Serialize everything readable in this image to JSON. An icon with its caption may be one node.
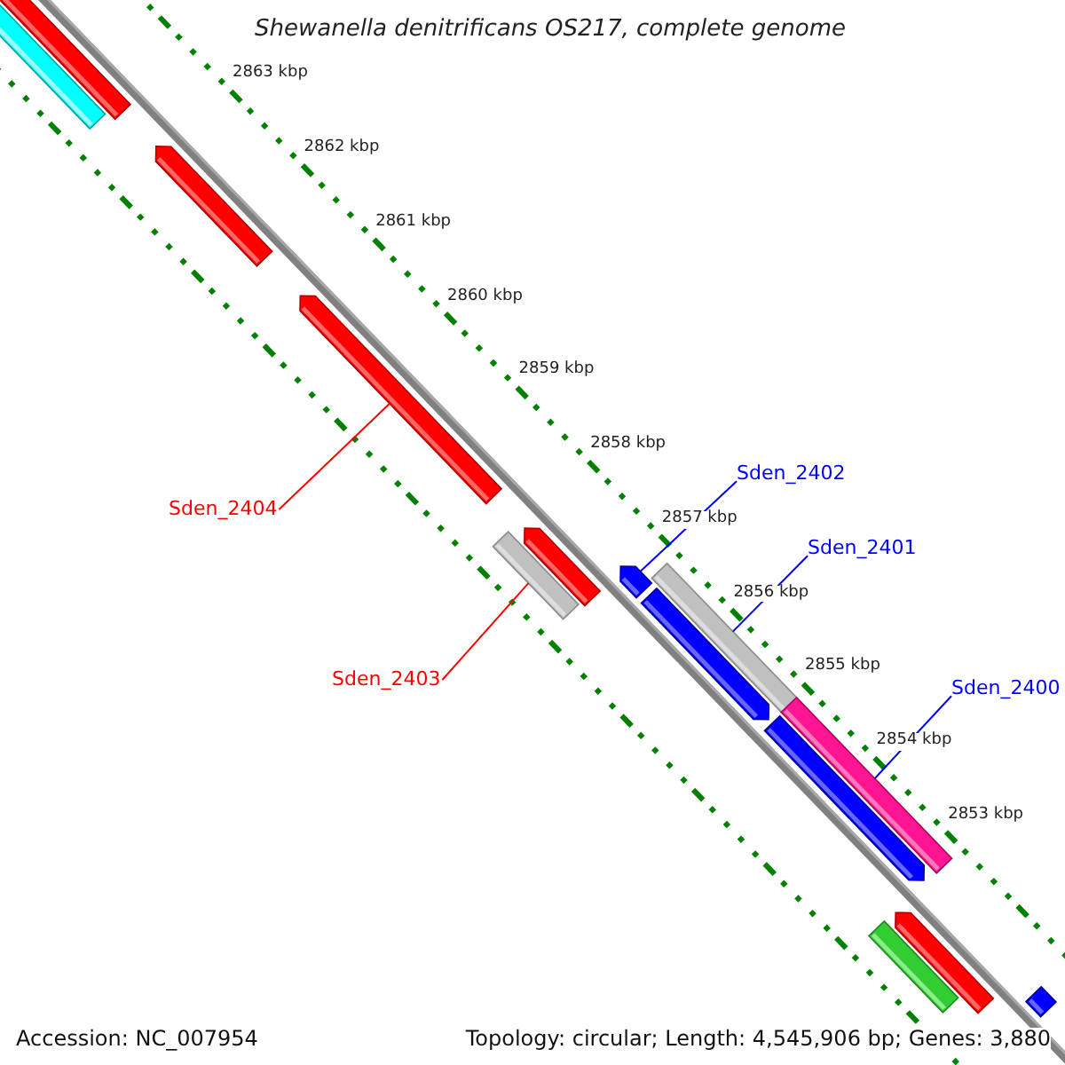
{
  "diagram": {
    "title": "Shewanella denitrificans OS217, complete genome",
    "nodes": [
      {
        "text": [],
        "shape": "bar"
      },
      {
        "text": [],
        "shape": "bar"
      },
      {
        "text": [],
        "shape": "bar"
      },
      {
        "text": [],
        "shape": "bar"
      },
      {
        "text": [
          "Sden_2404"
        ]
      },
      {
        "text": [],
        "shape": "bar"
      },
      {
        "text": [],
        "shape": "bar"
      },
      {
        "text": [
          "Sden_2403"
        ]
      },
      {
        "text": [
          "Sden_2402"
        ]
      },
      {
        "text": [],
        "shape": "bar"
      },
      {
        "text": [],
        "shape": "bar"
      },
      {
        "text": [],
        "shape": "bar"
      },
      {
        "text": [
          "Sden_2401"
        ]
      },
      {
        "text": [],
        "shape": "bar"
      },
      {
        "text": [],
        "shape": "bar"
      },
      {
        "text": [
          "Sden_2400"
        ]
      },
      {
        "text": [],
        "shape": "bar"
      },
      {
        "text": [],
        "shape": "bar"
      },
      {
        "text": [],
        "shape": "bar"
      }
    ],
    "edges": [
      {
        "from": 4,
        "to": 3,
        "arrow": "none",
        "color": "#ff0000"
      },
      {
        "from": 7,
        "to": 6,
        "arrow": "none",
        "color": "#ff0000"
      },
      {
        "from": 8,
        "to": 9,
        "arrow": "none"
      },
      {
        "from": 12,
        "to": 10,
        "arrow": "none"
      },
      {
        "from": 15,
        "to": 13,
        "arrow": "none"
      }
    ],
    "labels": [
      "2863 kbp",
      "2862 kbp",
      "2861 kbp",
      "2860 kbp",
      "2859 kbp",
      "2858 kbp",
      "2857 kbp",
      "2856 kbp",
      "2855 kbp",
      "2854 kbp",
      "2853 kbp",
      "Accession: NC_007954",
      "Topology: circular; Length: 4,545,906 bp; Genes: 3,880"
    ]
  }
}
